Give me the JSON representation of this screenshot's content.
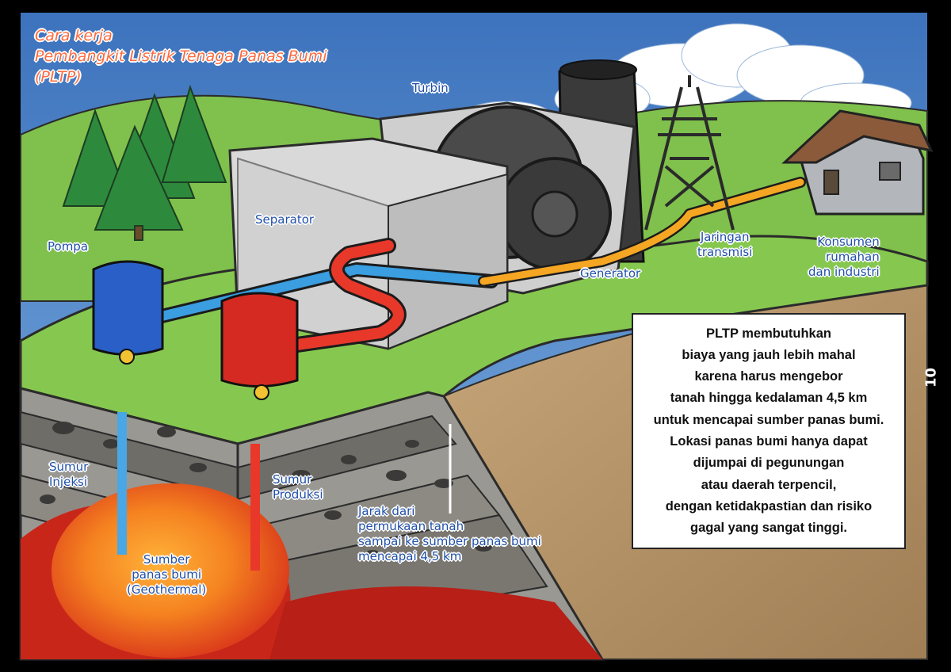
{
  "title": {
    "lines": [
      "Cara kerja",
      "Pembangkit Listrik Tenaga Panas Bumi",
      "(PLTP)"
    ],
    "color": "#ff6a3d"
  },
  "labels": {
    "turbin": [
      "Turbin"
    ],
    "separator": [
      "Separator"
    ],
    "pompa": [
      "Pompa"
    ],
    "generator": [
      "Generator"
    ],
    "jaringan": [
      "Jaringan",
      "transmisi"
    ],
    "konsumen": [
      "Konsumen",
      "rumahan",
      "dan industri"
    ],
    "sumur_injeksi": [
      "Sumur",
      "Injeksi"
    ],
    "sumur_produksi": [
      "Sumur",
      "Produksi"
    ],
    "jarak": [
      "Jarak dari",
      "permukaan tanah",
      "sampai ke sumber panas bumi",
      "mencapai 4,5 km"
    ],
    "sumber": [
      "Sumber",
      "panas bumi",
      "(Geothermal)"
    ]
  },
  "infobox": {
    "lines": [
      "PLTP membutuhkan",
      "biaya yang jauh lebih mahal",
      "karena harus mengebor",
      "tanah hingga kedalaman 4,5 km",
      "untuk mencapai sumber panas bumi.",
      "Lokasi panas bumi hanya dapat",
      "dijumpai di pegunungan",
      "atau daerah terpencil,",
      "dengan ketidakpastian dan risiko",
      "gagal yang sangat tinggi."
    ]
  },
  "page_number": "10",
  "colors": {
    "sky": "#4f86c9",
    "grass": "#7cc24a",
    "soil": "#b9986e",
    "hot_pipe": "#e8382a",
    "cold_pipe": "#3a9ee0",
    "power_line": "#f5a623",
    "magma": "#e33a1b",
    "label_text": "#1f4fa8"
  },
  "icons": [
    "tree-icon",
    "cooling-tower-icon",
    "transmission-tower-icon",
    "house-icon",
    "turbine-wheel-icon",
    "pump-icon"
  ]
}
